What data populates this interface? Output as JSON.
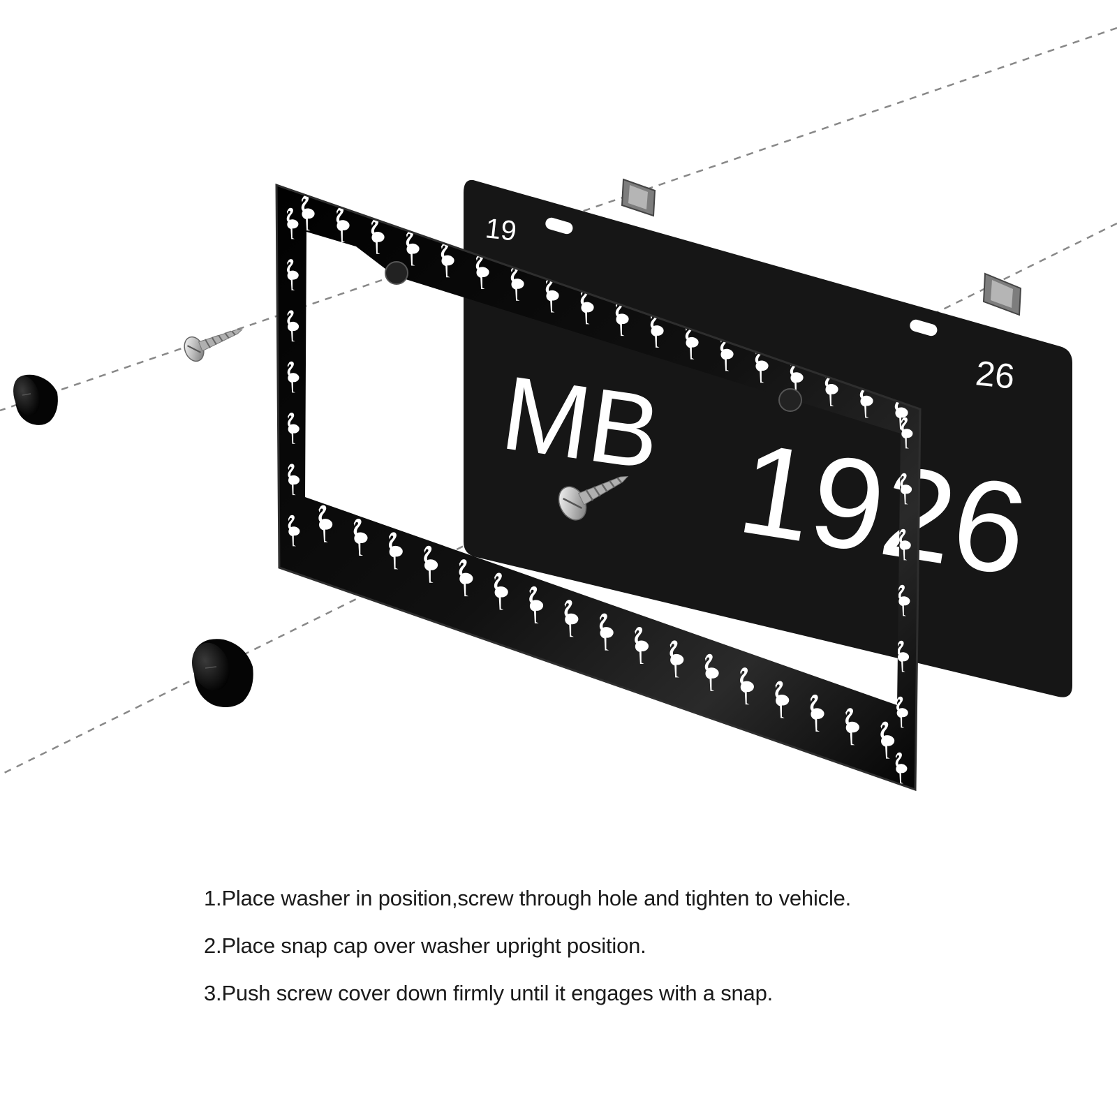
{
  "plate": {
    "corner_left": "19",
    "corner_right": "26",
    "letters": "MB",
    "number": "1926"
  },
  "instructions": [
    "1.Place washer in position,screw through hole and tighten to vehicle.",
    "2.Place snap cap over washer upright position.",
    "3.Push screw cover down firmly until it engages with a snap."
  ],
  "colors": {
    "plate": "#161616",
    "frame": "#0b0b0b",
    "flamingo": "#ffffff",
    "guide_line": "#888888",
    "text": "#1a1a1a"
  },
  "icons": {
    "pattern": "flamingo-icon",
    "screw": "screw-icon",
    "cap": "snap-cap-icon",
    "washer": "washer-icon"
  }
}
